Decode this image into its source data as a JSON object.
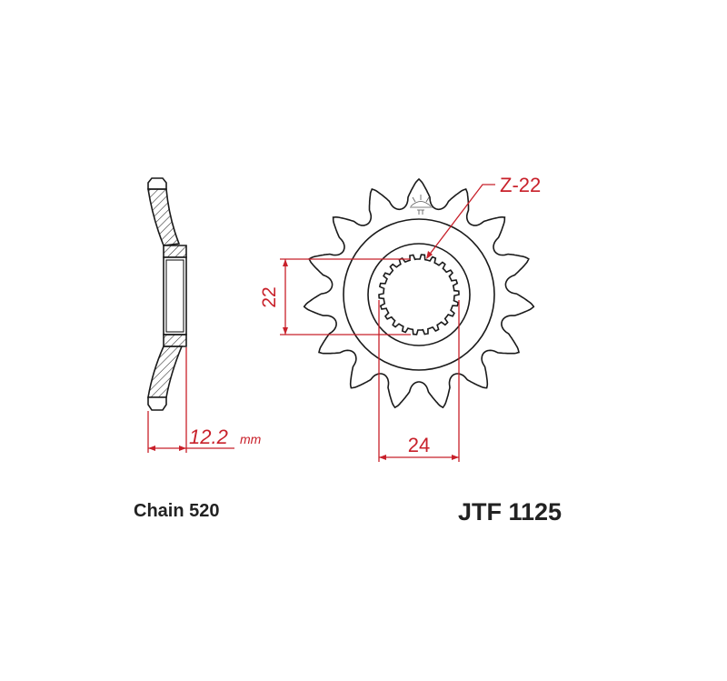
{
  "drawing": {
    "side_view": {
      "thickness_value": "12.2",
      "thickness_unit": "mm"
    },
    "front_view": {
      "spline_label": "Z-22",
      "bore_height_value": "22",
      "bore_width_value": "24"
    },
    "chain_label": "Chain 520",
    "part_number": "JTF 1125",
    "colors": {
      "outline": "#1a1a1a",
      "dimension": "#c8202a"
    }
  }
}
